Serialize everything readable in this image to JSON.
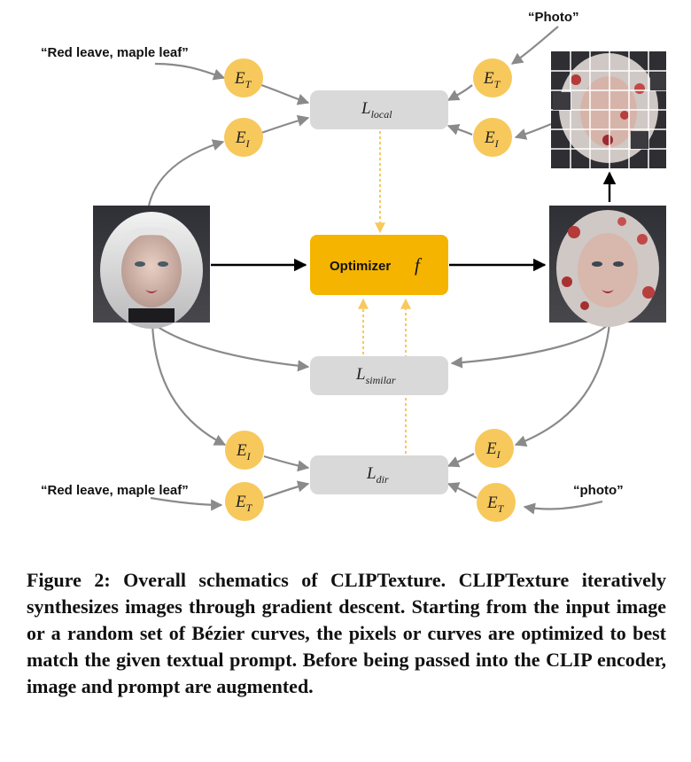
{
  "prompts": {
    "top_left": "“Red leave, maple leaf”",
    "top_right": "“Photo”",
    "bottom_left": "“Red leave, maple leaf”",
    "bottom_right": "“photo”"
  },
  "encoders": {
    "text_main": "E",
    "text_sub": "T",
    "image_main": "E",
    "image_sub": "I"
  },
  "losses": {
    "local_main": "L",
    "local_sub": "local",
    "similar_main": "L",
    "similar_sub": "similar",
    "dir_main": "L",
    "dir_sub": "dir"
  },
  "optimizer": {
    "label": "Optimizer",
    "symbol": "f"
  },
  "caption": "Figure 2: Overall schematics of CLIPTexture. CLIPTexture iteratively synthesizes images through gradient descent. Starting from the input image or a random set of Bézier curves, the pixels or curves are optimized to best match the given textual prompt. Before being passed into the CLIP encoder, image and prompt are augmented.",
  "colors": {
    "encoder": "#f7c85c",
    "optimizer": "#f4b400",
    "loss_box": "#d9d9d9",
    "arrow_gray": "#8a8a8a"
  }
}
